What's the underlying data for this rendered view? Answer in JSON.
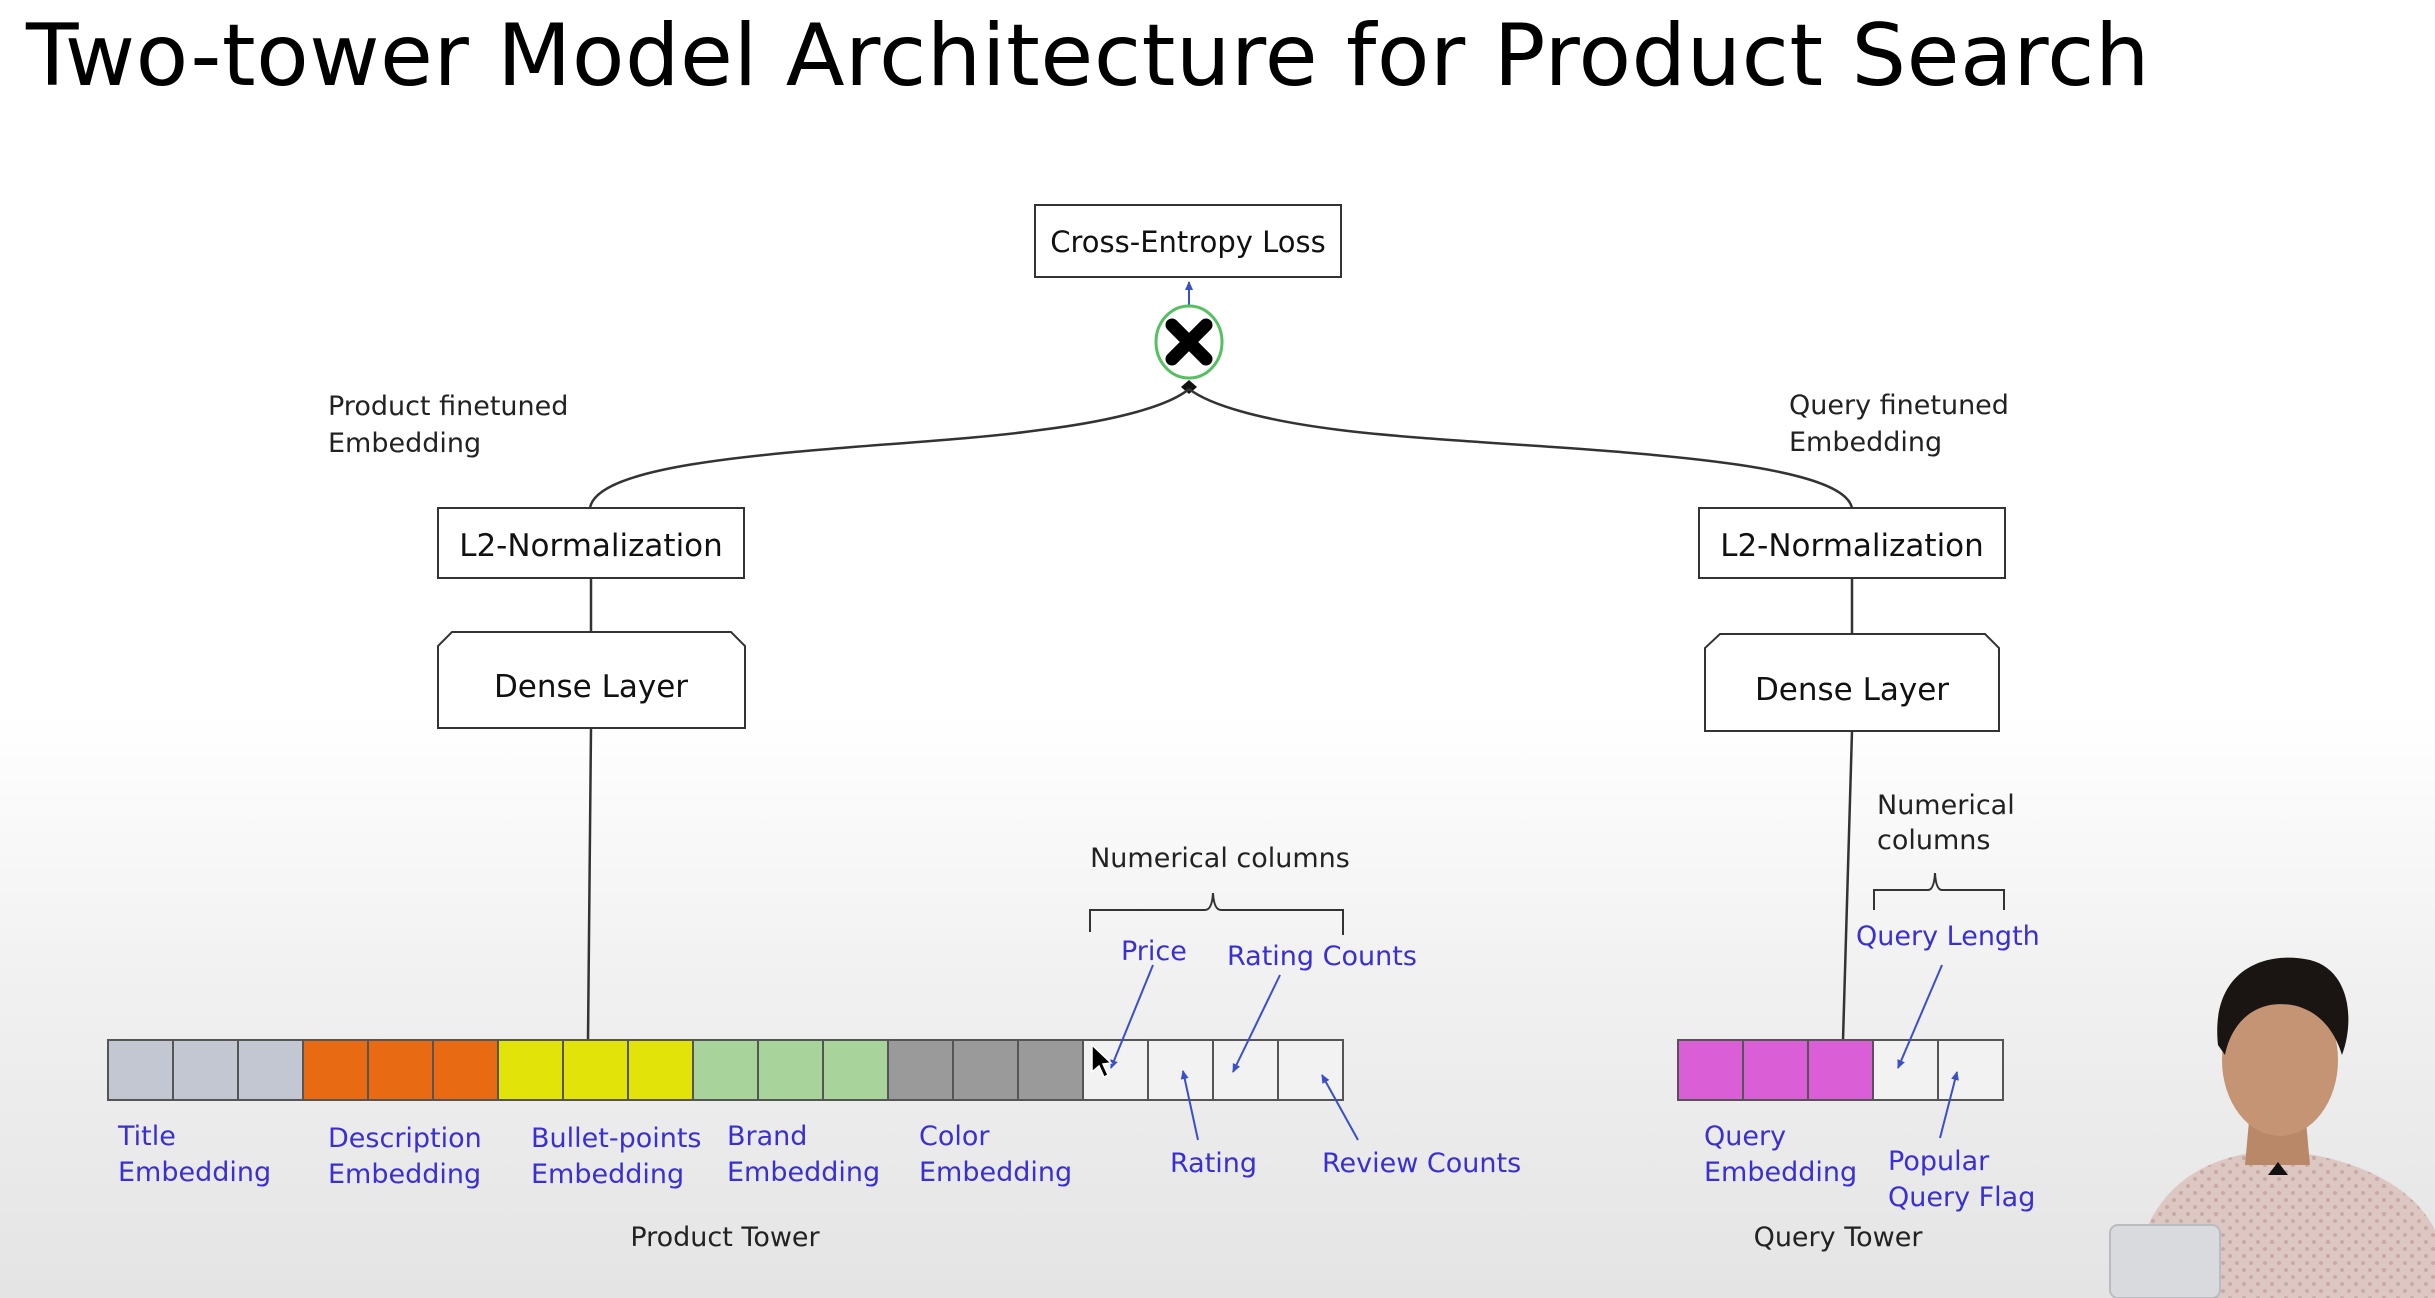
{
  "title": "Two-tower Model Architecture for Product Search",
  "loss_box": "Cross-Entropy Loss",
  "product_finetuned": [
    "Product finetuned",
    "Embedding"
  ],
  "query_finetuned": [
    "Query finetuned",
    "Embedding"
  ],
  "left_tower": {
    "l2": "L2-Normalization",
    "dense": "Dense Layer",
    "name": "Product Tower"
  },
  "right_tower": {
    "l2": "L2-Normalization",
    "dense": "Dense Layer",
    "name": "Query Tower"
  },
  "product_numerical": "Numerical columns",
  "query_numerical": [
    "Numerical",
    "columns"
  ],
  "product_labels": {
    "title": [
      "Title",
      "Embedding"
    ],
    "description": [
      "Description",
      "Embedding"
    ],
    "bullets": [
      "Bullet-points",
      "Embedding"
    ],
    "brand": [
      "Brand",
      "Embedding"
    ],
    "color": [
      "Color",
      "Embedding"
    ],
    "price": "Price",
    "rating_counts": "Rating Counts",
    "rating": "Rating",
    "review_counts": "Review Counts"
  },
  "query_labels": {
    "query_emb": [
      "Query",
      "Embedding"
    ],
    "query_length": "Query Length",
    "popular": [
      "Popular",
      "Query Flag"
    ]
  },
  "colors": {
    "title": "#c3c7d1",
    "description": "#e86a12",
    "bullets": "#e2e308",
    "brand": "#a8d39b",
    "color": "#9a9a9a",
    "numeric": "#f2f2f2",
    "query": "#da5fd6",
    "label_blue": "#3a2fd0",
    "cross_ring": "#55c060"
  },
  "icons": {
    "multiply": "x-icon",
    "cursor": "cursor-icon"
  }
}
